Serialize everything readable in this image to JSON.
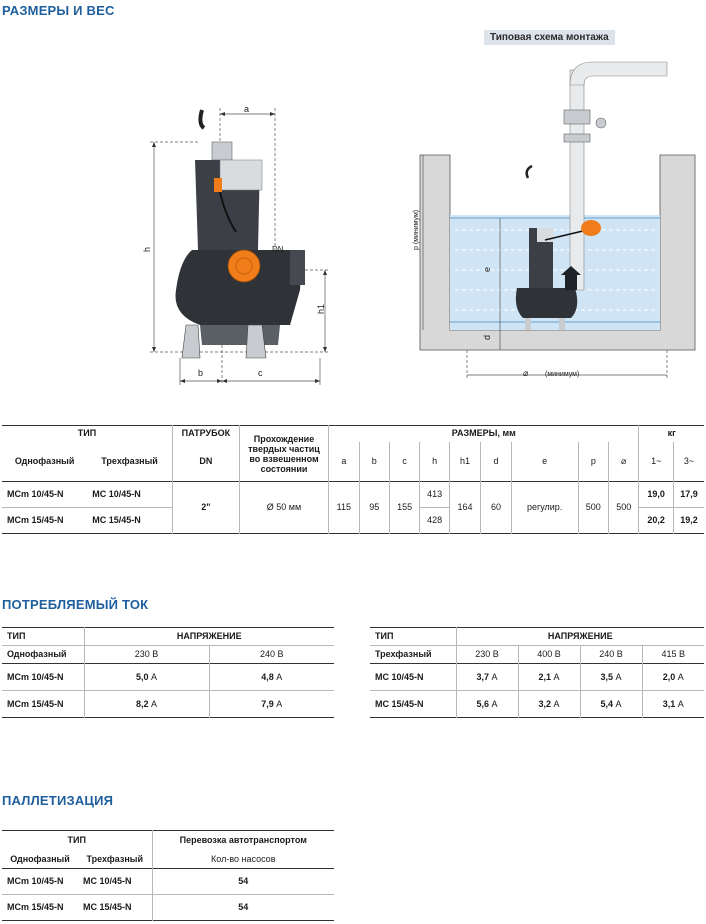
{
  "sections": {
    "dimensions_title": "РАЗМЕРЫ И ВЕС",
    "install_label": "Типовая схема монтажа",
    "current_title": "ПОТРЕБЛЯЕМЫЙ ТОК",
    "pallet_title": "ПАЛЛЕТИЗАЦИЯ"
  },
  "drawing_labels": {
    "a": "a",
    "b": "b",
    "c": "c",
    "h": "h",
    "h1": "h1",
    "dn": "DN",
    "p_min": "p (минимум)",
    "e": "e",
    "d": "d",
    "diam": "⌀",
    "min": "(минимум)"
  },
  "dim_table": {
    "h_tip": "ТИП",
    "h_outlet": "ПАТРУБОК",
    "h_passage": "Прохождение твердых частиц во взвешенном состоянии",
    "h_sizes": "РАЗМЕРЫ, мм",
    "h_kg": "кг",
    "h_single": "Однофазный",
    "h_three": "Трехфазный",
    "h_dn": "DN",
    "cols": [
      "a",
      "b",
      "c",
      "h",
      "h1",
      "d",
      "e",
      "p",
      "⌀"
    ],
    "kg_cols": [
      "1~",
      "3~"
    ],
    "rows": [
      {
        "single": "MCm 10/45-N",
        "three": "MC 10/45-N",
        "h": "413",
        "kg1": "19,0",
        "kg3": "17,9"
      },
      {
        "single": "MCm 15/45-N",
        "three": "MC 15/45-N",
        "h": "428",
        "kg1": "20,2",
        "kg3": "19,2"
      }
    ],
    "shared": {
      "dn": "2\"",
      "passage": "Ø 50 мм",
      "a": "115",
      "b": "95",
      "c": "155",
      "h1": "164",
      "d": "60",
      "e": "регулир.",
      "p": "500",
      "diam": "500"
    }
  },
  "current_single": {
    "h_tip": "ТИП",
    "h_voltage": "НАПРЯЖЕНИЕ",
    "h_type": "Однофазный",
    "voltages": [
      "230 В",
      "240 В"
    ],
    "unit": "А",
    "rows": [
      {
        "model": "MCm 10/45-N",
        "values": [
          "5,0",
          "4,8"
        ]
      },
      {
        "model": "MCm 15/45-N",
        "values": [
          "8,2",
          "7,9"
        ]
      }
    ]
  },
  "current_three": {
    "h_tip": "ТИП",
    "h_voltage": "НАПРЯЖЕНИЕ",
    "h_type": "Трехфазный",
    "voltages": [
      "230 В",
      "400 В",
      "240 В",
      "415 В"
    ],
    "unit": "А",
    "rows": [
      {
        "model": "MC 10/45-N",
        "values": [
          "3,7",
          "2,1",
          "3,5",
          "2,0"
        ]
      },
      {
        "model": "MC 15/45-N",
        "values": [
          "5,6",
          "3,2",
          "5,4",
          "3,1"
        ]
      }
    ]
  },
  "pallet_table": {
    "h_tip": "ТИП",
    "h_transport": "Перевозка автотранспортом",
    "h_single": "Однофазный",
    "h_three": "Трехфазный",
    "h_count": "Кол-во насосов",
    "rows": [
      {
        "single": "MCm 10/45-N",
        "three": "MC 10/45-N",
        "count": "54"
      },
      {
        "single": "MCm 15/45-N",
        "three": "MC 15/45-N",
        "count": "54"
      }
    ]
  },
  "colors": {
    "title_blue": "#1f5f9e",
    "pump_dark": "#3c4046",
    "float_orange": "#f07d1a",
    "water": "#cfe4f4"
  }
}
